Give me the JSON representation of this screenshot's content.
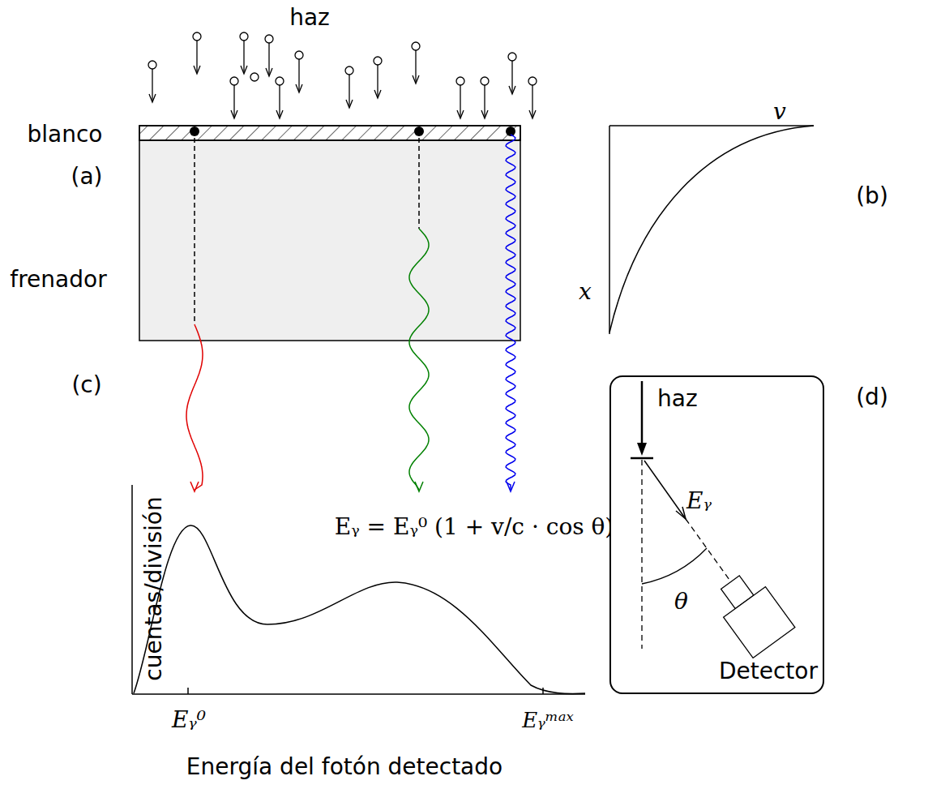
{
  "diagram": {
    "nodes": [
      {
        "text": [
          "haz",
          "Eᵧ",
          "θ",
          "Detector"
        ]
      }
    ],
    "labels": [
      "haz",
      "blanco",
      "(a)",
      "frenador",
      "(b)",
      "v",
      "x",
      "(c)",
      "(d)",
      "cuentas/división",
      "Eᵧ⁰",
      "Eᵧᵐᵃˣ",
      "Energía del fotón detectado",
      "Eᵧ = Eᵧ⁰ (1 + v/c · cos θ)"
    ]
  }
}
